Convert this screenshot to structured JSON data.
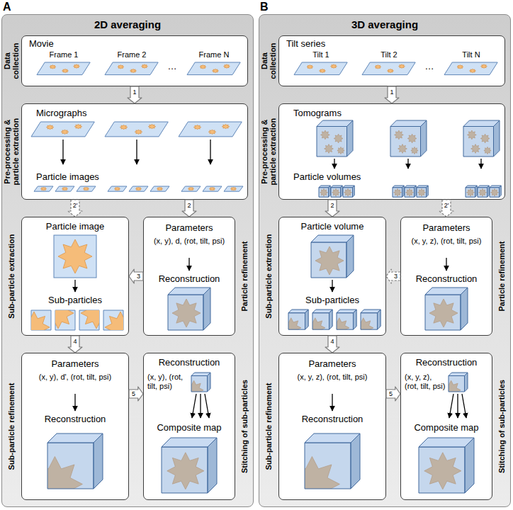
{
  "diagram": {
    "nodes": [
      {
        "text": [
          "2D averaging"
        ]
      },
      {
        "text": [
          "Data collection",
          "Movie"
        ],
        "in": 0
      },
      {
        "text": [
          "Pre-processing & particle extraction",
          "Micrographs",
          "Particle images"
        ],
        "in": 0
      },
      {
        "text": [
          "Sub-particle extraction",
          "Particle image",
          "Sub-particles"
        ],
        "in": 0
      },
      {
        "text": [
          "Particle refinement",
          "Parameters",
          "(x, y), d, (rot, tilt, psi)",
          "Reconstruction"
        ],
        "in": 0
      },
      {
        "text": [
          "Sub-particle refinement",
          "Parameters",
          "(x, y), d', (rot, tilt, psi)",
          "Reconstruction"
        ],
        "in": 0
      },
      {
        "text": [
          "Stitching of sub-particles",
          "Reconstruction",
          "(x, y), (rot, tilt, psi)",
          "Composite map"
        ],
        "in": 0
      },
      {
        "text": [
          "3D averaging"
        ]
      },
      {
        "text": [
          "Data collection",
          "Tilt series"
        ],
        "in": 7
      },
      {
        "text": [
          "Pre-processing & particle extraction",
          "Tomograms",
          "Particle volumes"
        ],
        "in": 7
      },
      {
        "text": [
          "Sub-particle extraction",
          "Particle volume",
          "Sub-particles"
        ],
        "in": 7
      },
      {
        "text": [
          "Particle refinement",
          "Parameters",
          "(x, y, z), (rot, tilt, psi)",
          "Reconstruction"
        ],
        "in": 7
      },
      {
        "text": [
          "Sub-particle refinement",
          "Parameters",
          "(x, y, z), (rot, tilt, psi)",
          "Reconstruction"
        ],
        "in": 7
      },
      {
        "text": [
          "Stitching of sub-particles",
          "Reconstruction",
          "(x, y, z), (rot, tilt, psi)",
          "Composite map"
        ],
        "in": 7
      }
    ],
    "edges": [
      {
        "from": 1,
        "to": 2,
        "arrow": "to",
        "label": "1"
      },
      {
        "from": 2,
        "to": 3,
        "arrow": "to",
        "label": "2'"
      },
      {
        "from": 2,
        "to": 4,
        "arrow": "to",
        "label": "2"
      },
      {
        "from": 4,
        "to": 3,
        "arrow": "to",
        "label": "3"
      },
      {
        "from": 3,
        "to": 5,
        "arrow": "to",
        "label": "4"
      },
      {
        "from": 5,
        "to": 6,
        "arrow": "to",
        "label": "5"
      },
      {
        "from": 8,
        "to": 9,
        "arrow": "to",
        "label": "1"
      },
      {
        "from": 9,
        "to": 10,
        "arrow": "to",
        "label": "2"
      },
      {
        "from": 9,
        "to": 11,
        "arrow": "to",
        "label": "2'"
      },
      {
        "from": 11,
        "to": 10,
        "arrow": "to",
        "label": "3"
      },
      {
        "from": 10,
        "to": 12,
        "arrow": "to",
        "label": "4"
      },
      {
        "from": 12,
        "to": 13,
        "arrow": "to",
        "label": "5"
      }
    ],
    "labels": [
      "A",
      "Frame 1",
      "Frame 2",
      "…",
      "Frame N",
      "B",
      "Tilt 1",
      "Tilt 2",
      "…",
      "Tilt N"
    ]
  }
}
